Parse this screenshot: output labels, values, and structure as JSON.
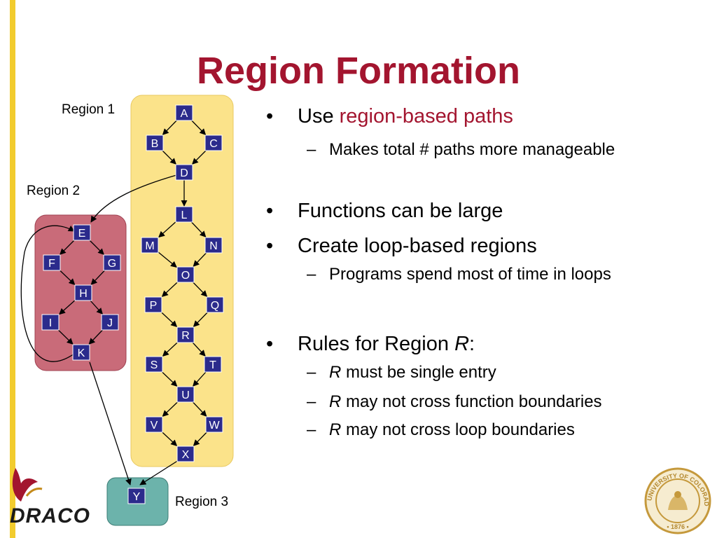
{
  "slide": {
    "title": "Region Formation"
  },
  "diagram": {
    "region_labels": [
      "Region 1",
      "Region 2",
      "Region 3"
    ],
    "nodes": [
      "A",
      "B",
      "C",
      "D",
      "L",
      "M",
      "N",
      "O",
      "P",
      "Q",
      "R",
      "S",
      "T",
      "U",
      "V",
      "W",
      "X",
      "E",
      "F",
      "G",
      "H",
      "I",
      "J",
      "K",
      "Y"
    ],
    "edges": [
      [
        "A",
        "B"
      ],
      [
        "A",
        "C"
      ],
      [
        "B",
        "D"
      ],
      [
        "C",
        "D"
      ],
      [
        "D",
        "L"
      ],
      [
        "D",
        "E"
      ],
      [
        "L",
        "M"
      ],
      [
        "L",
        "N"
      ],
      [
        "M",
        "O"
      ],
      [
        "N",
        "O"
      ],
      [
        "O",
        "P"
      ],
      [
        "O",
        "Q"
      ],
      [
        "P",
        "R"
      ],
      [
        "Q",
        "R"
      ],
      [
        "R",
        "S"
      ],
      [
        "R",
        "T"
      ],
      [
        "S",
        "U"
      ],
      [
        "T",
        "U"
      ],
      [
        "U",
        "V"
      ],
      [
        "U",
        "W"
      ],
      [
        "V",
        "X"
      ],
      [
        "W",
        "X"
      ],
      [
        "X",
        "Y"
      ],
      [
        "E",
        "F"
      ],
      [
        "E",
        "G"
      ],
      [
        "F",
        "H"
      ],
      [
        "G",
        "H"
      ],
      [
        "H",
        "I"
      ],
      [
        "H",
        "J"
      ],
      [
        "I",
        "K"
      ],
      [
        "J",
        "K"
      ],
      [
        "K",
        "E"
      ],
      [
        "K",
        "Y"
      ]
    ],
    "colors": {
      "node_fill": "#2b2b8c",
      "region1": "#fbe38a",
      "region2": "#c96b79",
      "region3": "#6cb3ab",
      "accent": "#a3152f"
    }
  },
  "bullets": [
    {
      "level": 1,
      "parts": [
        {
          "text": "Use ",
          "style": "normal"
        },
        {
          "text": "region-based paths",
          "style": "accent"
        }
      ]
    },
    {
      "level": 2,
      "parts": [
        {
          "text": "Makes total # paths more manageable",
          "style": "normal"
        }
      ]
    },
    {
      "level": 1,
      "parts": [
        {
          "text": "Functions can be large",
          "style": "normal"
        }
      ]
    },
    {
      "level": 1,
      "parts": [
        {
          "text": "Create loop-based regions",
          "style": "normal"
        }
      ]
    },
    {
      "level": 2,
      "parts": [
        {
          "text": "Programs spend most of time in loops",
          "style": "normal"
        }
      ]
    },
    {
      "level": 1,
      "parts": [
        {
          "text": "Rules for Region ",
          "style": "normal"
        },
        {
          "text": "R",
          "style": "italic"
        },
        {
          "text": ":",
          "style": "normal"
        }
      ]
    },
    {
      "level": 2,
      "parts": [
        {
          "text": "R",
          "style": "italic"
        },
        {
          "text": " must be single entry",
          "style": "normal"
        }
      ]
    },
    {
      "level": 2,
      "parts": [
        {
          "text": "R",
          "style": "italic"
        },
        {
          "text": " may not cross function boundaries",
          "style": "normal"
        }
      ]
    },
    {
      "level": 2,
      "parts": [
        {
          "text": "R",
          "style": "italic"
        },
        {
          "text": " may not cross loop boundaries",
          "style": "normal"
        }
      ]
    }
  ],
  "markers": {
    "level1": "•",
    "level2": "–"
  },
  "logos": {
    "draco": "DRACO",
    "seal_top": "UNIVERSITY OF COLORADO",
    "seal_year": "1876"
  },
  "icons": [
    "draco-logo-icon",
    "university-seal-icon"
  ]
}
